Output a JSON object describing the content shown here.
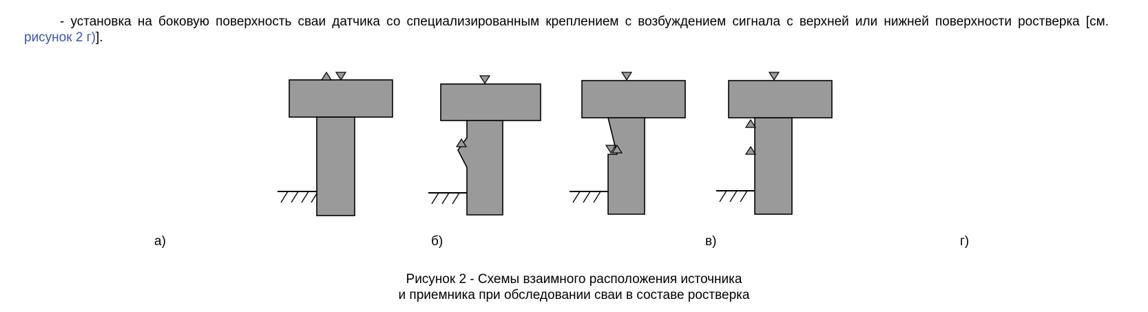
{
  "paragraph": {
    "text_before_link": "- установка на боковую поверхность сваи датчика со специализированным креплением с возбуждением сигнала с верхней или нижней поверхности ростверка [см. ",
    "link_text": "рисунок 2 г)",
    "text_after_link": "]."
  },
  "figure": {
    "sub_labels": [
      "а)",
      "б)",
      "в)",
      "г)"
    ],
    "caption_line1": "Рисунок 2 - Схемы взаимного расположения источника",
    "caption_line2": "и приемника при обследовании сваи в составе ростверка"
  },
  "colors": {
    "shape_fill": "#9a9a9a",
    "link": "#3a55b4"
  }
}
